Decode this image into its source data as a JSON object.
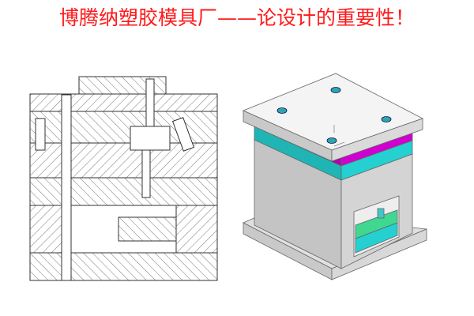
{
  "title": "博腾纳塑胶模具厂——论设计的重要性！",
  "colors": {
    "title": "#ff1a1a",
    "plate_gray": "#c9c9c9",
    "a_plate_magenta": "#c800c8",
    "b_plate_cyan": "#22c8c8",
    "ejector_green": "#40d890"
  },
  "figures": [
    {
      "name": "mold-section-drawing",
      "style": "2D hatched cross-section"
    },
    {
      "name": "mold-3d-model",
      "style": "3D isometric view"
    }
  ]
}
